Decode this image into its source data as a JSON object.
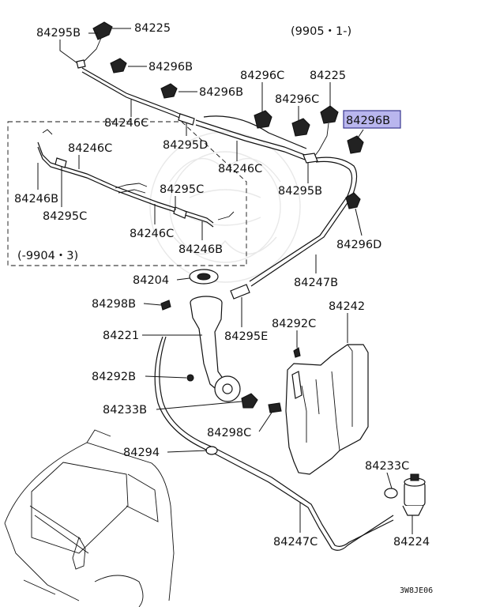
{
  "diagram": {
    "version_note": "(9905・1-)",
    "inset_note": "(-9904・3)",
    "drawing_code": "3W8JE06",
    "highlight_color": "#b9b6ee",
    "labels": {
      "l84295B_top": "84295B",
      "l84225_top": "84225",
      "l84296B_1": "84296B",
      "l84296B_2": "84296B",
      "l84296C_1": "84296C",
      "l84225_2": "84225",
      "l84296C_2": "84296C",
      "l84296B_hl": "84296B",
      "l84246C_1": "84246C",
      "l84295D": "84295D",
      "l84246C_2": "84246C",
      "l84295B_2": "84295B",
      "l84296D": "84296D",
      "l84246C_in1": "84246C",
      "l84246B_in1": "84246B",
      "l84295C_in1": "84295C",
      "l84295C_in2": "84295C",
      "l84246C_in2": "84246C",
      "l84246B_in2": "84246B",
      "l84204": "84204",
      "l84247B": "84247B",
      "l84298B": "84298B",
      "l84242": "84242",
      "l84292C": "84292C",
      "l84221": "84221",
      "l84295E": "84295E",
      "l84292B": "84292B",
      "l84233B": "84233B",
      "l84298C": "84298C",
      "l84294": "84294",
      "l84233C": "84233C",
      "l84247C": "84247C",
      "l84224": "84224"
    }
  }
}
